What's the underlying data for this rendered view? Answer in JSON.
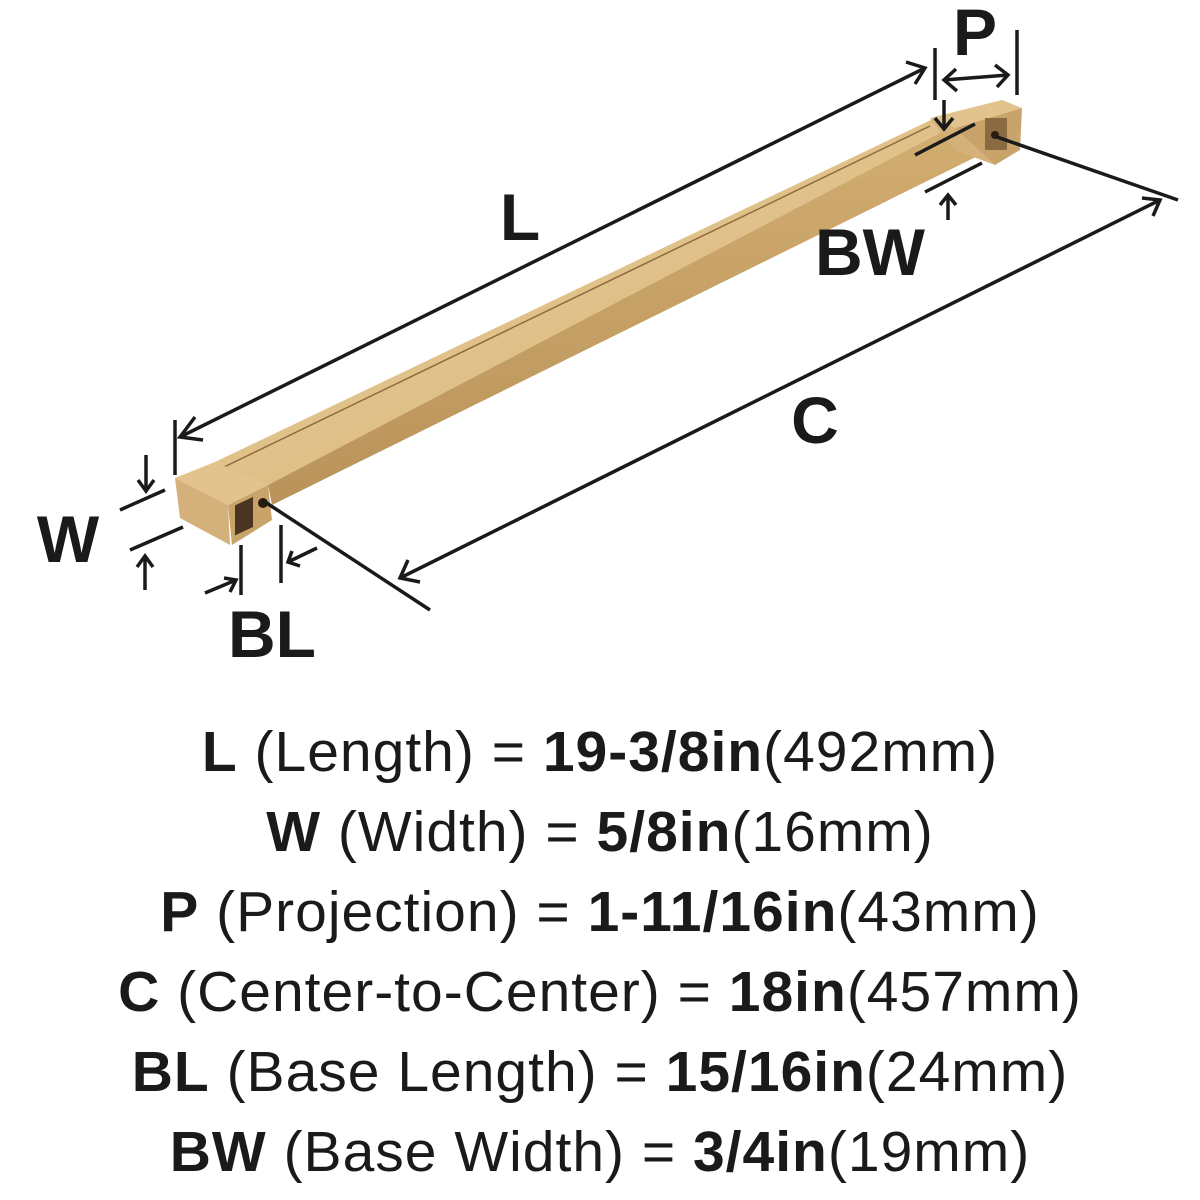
{
  "diagram": {
    "labels": {
      "L": "L",
      "P": "P",
      "BW": "BW",
      "C": "C",
      "W": "W",
      "BL": "BL"
    },
    "finish_color": "#d8b67e"
  },
  "specs": [
    {
      "symbol": "L",
      "name": "(Length)",
      "eq": "=",
      "imperial": "19-3/8in",
      "metric": "(492mm)"
    },
    {
      "symbol": "W",
      "name": "(Width)",
      "eq": "=",
      "imperial": "5/8in",
      "metric": "(16mm)"
    },
    {
      "symbol": "P",
      "name": "(Projection)",
      "eq": "=",
      "imperial": "1-11/16in",
      "metric": "(43mm)"
    },
    {
      "symbol": "C",
      "name": "(Center-to-Center)",
      "eq": "=",
      "imperial": "18in",
      "metric": "(457mm)"
    },
    {
      "symbol": "BL",
      "name": "(Base Length)",
      "eq": "=",
      "imperial": "15/16in",
      "metric": "(24mm)"
    },
    {
      "symbol": "BW",
      "name": "(Base Width)",
      "eq": "=",
      "imperial": "3/4in",
      "metric": "(19mm)"
    }
  ]
}
